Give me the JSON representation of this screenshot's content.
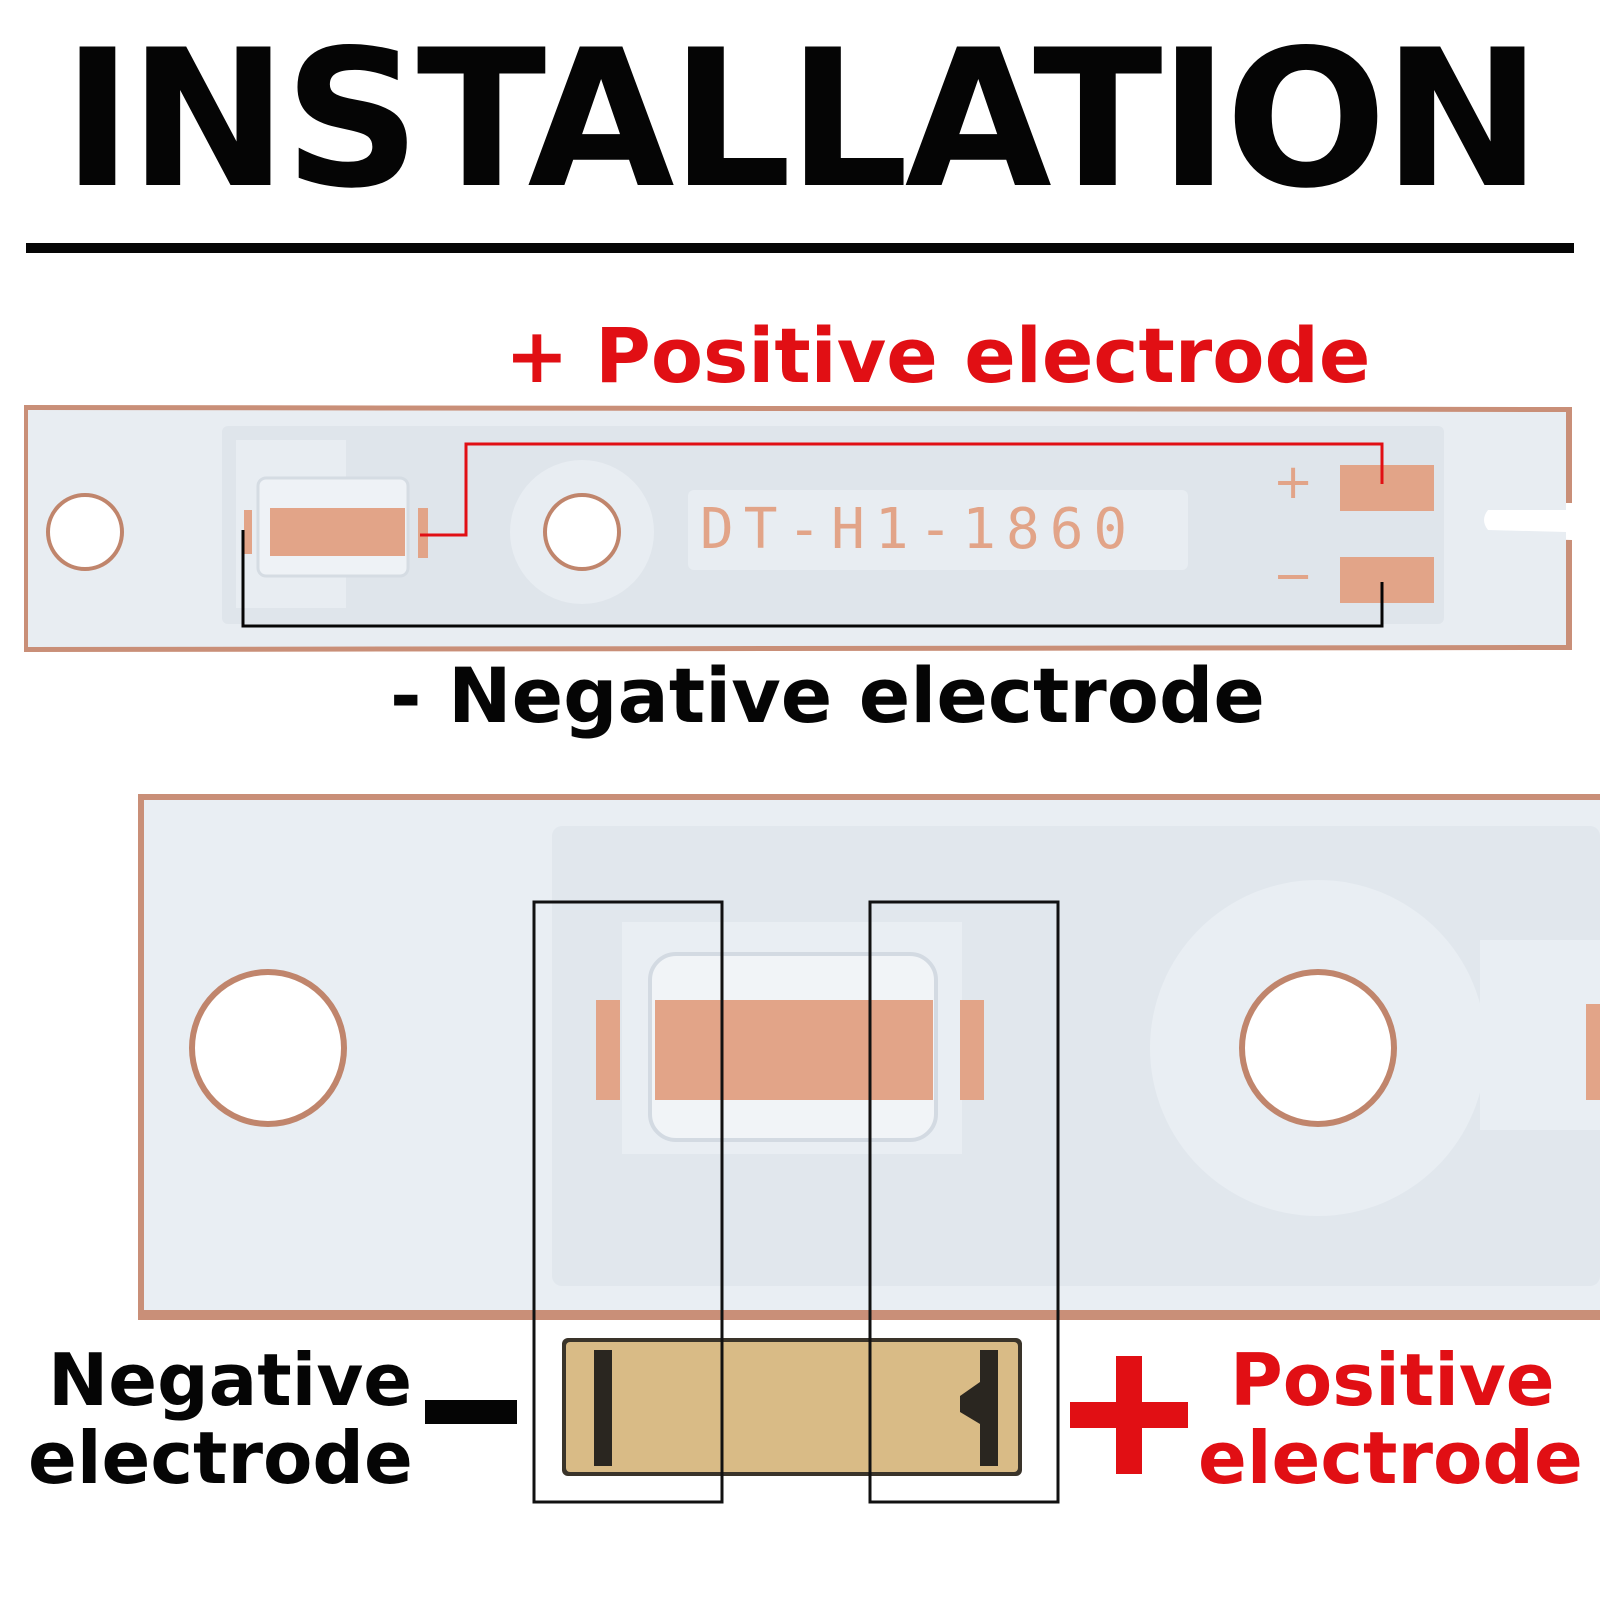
{
  "header": {
    "title": "INSTALLATION"
  },
  "top_board": {
    "positive_label": "+ Positive electrode",
    "negative_label": "- Negative electrode",
    "board_marking": "DT-H1-1860",
    "plus_symbol": "+",
    "minus_symbol": "−"
  },
  "bottom_section": {
    "negative_label_line1": "Negative",
    "negative_label_line2": "electrode",
    "positive_label_line1": "Positive",
    "positive_label_line2": "electrode"
  },
  "colors": {
    "positive": "#e10f14",
    "negative": "#050505",
    "board": "#e7ecf1",
    "copper": "#e2a488"
  }
}
